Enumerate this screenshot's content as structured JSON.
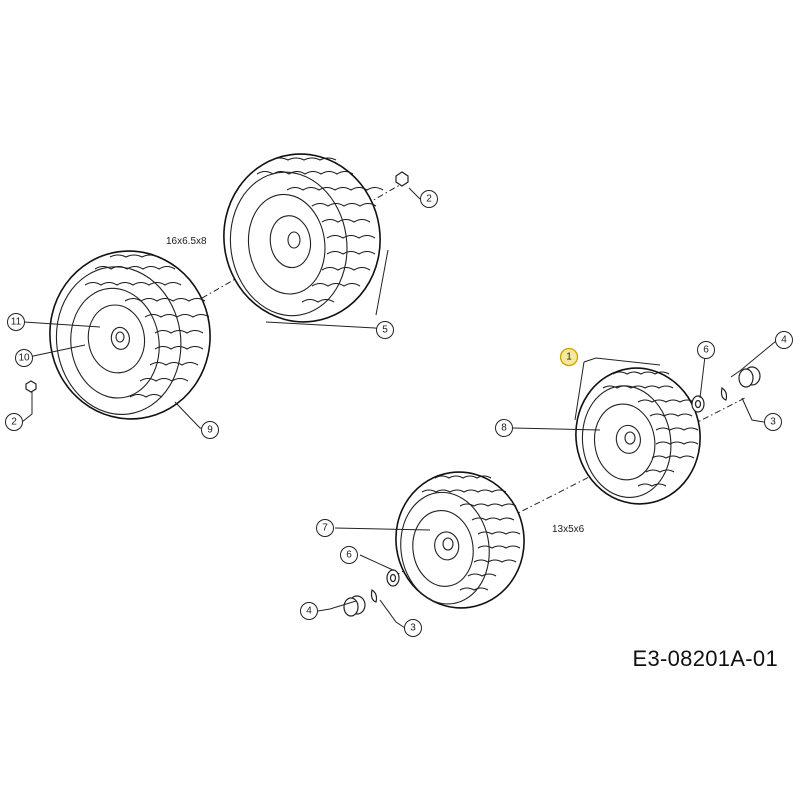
{
  "diagram": {
    "doc_ref": "E3-08201A-01",
    "size_labels": {
      "rear": "16x6.5x8",
      "front": "13x5x6"
    },
    "callouts": [
      {
        "id": "c1",
        "text": "1",
        "highlight": true
      },
      {
        "id": "c2a",
        "text": "2",
        "highlight": false
      },
      {
        "id": "c2b",
        "text": "2",
        "highlight": false
      },
      {
        "id": "c3a",
        "text": "3",
        "highlight": false
      },
      {
        "id": "c3b",
        "text": "3",
        "highlight": false
      },
      {
        "id": "c4a",
        "text": "4",
        "highlight": false
      },
      {
        "id": "c4b",
        "text": "4",
        "highlight": false
      },
      {
        "id": "c5",
        "text": "5",
        "highlight": false
      },
      {
        "id": "c6a",
        "text": "6",
        "highlight": false
      },
      {
        "id": "c6b",
        "text": "6",
        "highlight": false
      },
      {
        "id": "c7",
        "text": "7",
        "highlight": false
      },
      {
        "id": "c8",
        "text": "8",
        "highlight": false
      },
      {
        "id": "c9",
        "text": "9",
        "highlight": false
      },
      {
        "id": "c10",
        "text": "10",
        "highlight": false
      },
      {
        "id": "c11",
        "text": "11",
        "highlight": false
      }
    ],
    "colors": {
      "line": "#111111",
      "highlight": "#f6e89a"
    }
  }
}
